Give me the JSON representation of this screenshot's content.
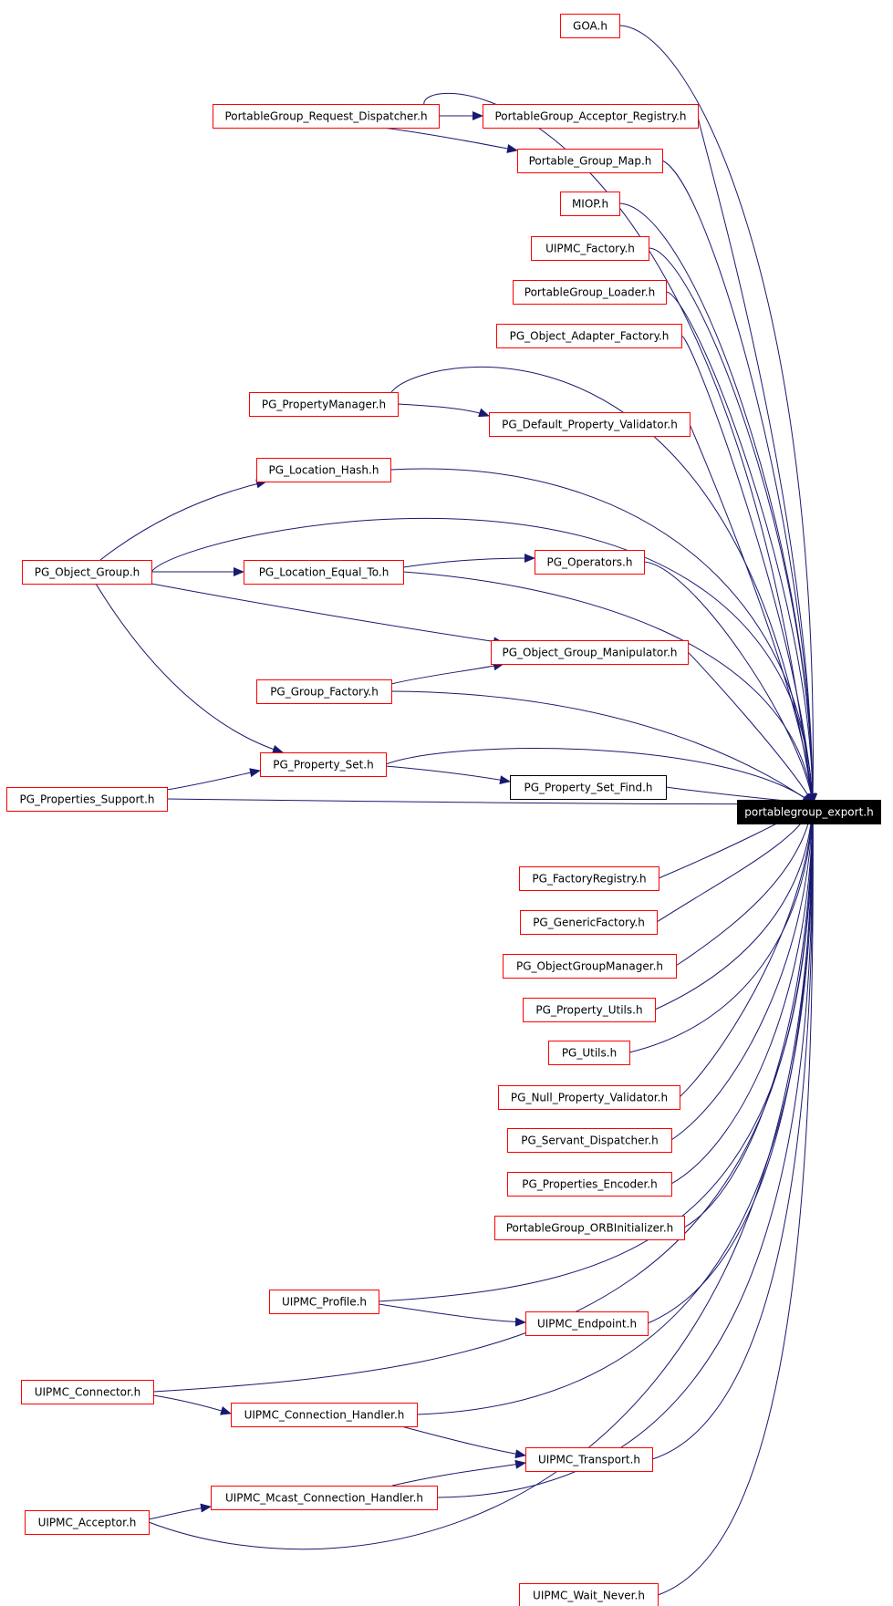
{
  "diagram": {
    "target": {
      "id": "portablegroup_export",
      "label": "portablegroup_export.h"
    },
    "colors": {
      "edge": "#191970",
      "node_border_red": "#ff0000",
      "node_border_black": "#000000",
      "target_fill": "#000000",
      "target_text": "#ffffff",
      "node_text": "#000000",
      "background": "#ffffff"
    },
    "nodes": [
      {
        "id": "goa",
        "label": "GOA.h"
      },
      {
        "id": "pg_request_dispatcher",
        "label": "PortableGroup_Request_Dispatcher.h"
      },
      {
        "id": "pg_acceptor_registry",
        "label": "PortableGroup_Acceptor_Registry.h"
      },
      {
        "id": "portable_group_map",
        "label": "Portable_Group_Map.h"
      },
      {
        "id": "miop",
        "label": "MIOP.h"
      },
      {
        "id": "uipmc_factory",
        "label": "UIPMC_Factory.h"
      },
      {
        "id": "pg_loader",
        "label": "PortableGroup_Loader.h"
      },
      {
        "id": "pg_object_adapter_factory",
        "label": "PG_Object_Adapter_Factory.h"
      },
      {
        "id": "pg_property_manager",
        "label": "PG_PropertyManager.h"
      },
      {
        "id": "pg_default_property_validator",
        "label": "PG_Default_Property_Validator.h"
      },
      {
        "id": "pg_location_hash",
        "label": "PG_Location_Hash.h"
      },
      {
        "id": "pg_object_group",
        "label": "PG_Object_Group.h"
      },
      {
        "id": "pg_location_equal_to",
        "label": "PG_Location_Equal_To.h"
      },
      {
        "id": "pg_operators",
        "label": "PG_Operators.h"
      },
      {
        "id": "pg_object_group_manipulator",
        "label": "PG_Object_Group_Manipulator.h"
      },
      {
        "id": "pg_group_factory",
        "label": "PG_Group_Factory.h"
      },
      {
        "id": "pg_property_set",
        "label": "PG_Property_Set.h"
      },
      {
        "id": "pg_properties_support",
        "label": "PG_Properties_Support.h"
      },
      {
        "id": "pg_property_set_find",
        "label": "PG_Property_Set_Find.h",
        "border": "black"
      },
      {
        "id": "pg_factory_registry",
        "label": "PG_FactoryRegistry.h"
      },
      {
        "id": "pg_generic_factory",
        "label": "PG_GenericFactory.h"
      },
      {
        "id": "pg_object_group_manager",
        "label": "PG_ObjectGroupManager.h"
      },
      {
        "id": "pg_property_utils",
        "label": "PG_Property_Utils.h"
      },
      {
        "id": "pg_utils",
        "label": "PG_Utils.h"
      },
      {
        "id": "pg_null_property_validator",
        "label": "PG_Null_Property_Validator.h"
      },
      {
        "id": "pg_servant_dispatcher",
        "label": "PG_Servant_Dispatcher.h"
      },
      {
        "id": "pg_properties_encoder",
        "label": "PG_Properties_Encoder.h"
      },
      {
        "id": "pg_orb_initializer",
        "label": "PortableGroup_ORBInitializer.h"
      },
      {
        "id": "uipmc_profile",
        "label": "UIPMC_Profile.h"
      },
      {
        "id": "uipmc_endpoint",
        "label": "UIPMC_Endpoint.h"
      },
      {
        "id": "uipmc_connector",
        "label": "UIPMC_Connector.h"
      },
      {
        "id": "uipmc_connection_handler",
        "label": "UIPMC_Connection_Handler.h"
      },
      {
        "id": "uipmc_transport",
        "label": "UIPMC_Transport.h"
      },
      {
        "id": "uipmc_mcast_connection_handler",
        "label": "UIPMC_Mcast_Connection_Handler.h"
      },
      {
        "id": "uipmc_acceptor",
        "label": "UIPMC_Acceptor.h"
      },
      {
        "id": "uipmc_wait_never",
        "label": "UIPMC_Wait_Never.h"
      }
    ],
    "edges": [
      [
        "goa",
        "portablegroup_export"
      ],
      [
        "pg_request_dispatcher",
        "portablegroup_export"
      ],
      [
        "pg_request_dispatcher",
        "pg_acceptor_registry"
      ],
      [
        "pg_request_dispatcher",
        "portable_group_map"
      ],
      [
        "pg_acceptor_registry",
        "portablegroup_export"
      ],
      [
        "portable_group_map",
        "portablegroup_export"
      ],
      [
        "miop",
        "portablegroup_export"
      ],
      [
        "uipmc_factory",
        "portablegroup_export"
      ],
      [
        "pg_loader",
        "portablegroup_export"
      ],
      [
        "pg_object_adapter_factory",
        "portablegroup_export"
      ],
      [
        "pg_property_manager",
        "portablegroup_export"
      ],
      [
        "pg_property_manager",
        "pg_default_property_validator"
      ],
      [
        "pg_default_property_validator",
        "portablegroup_export"
      ],
      [
        "pg_location_hash",
        "portablegroup_export"
      ],
      [
        "pg_object_group",
        "pg_location_hash"
      ],
      [
        "pg_object_group",
        "portablegroup_export"
      ],
      [
        "pg_object_group",
        "pg_location_equal_to"
      ],
      [
        "pg_object_group",
        "pg_object_group_manipulator"
      ],
      [
        "pg_object_group",
        "pg_property_set"
      ],
      [
        "pg_location_equal_to",
        "pg_operators"
      ],
      [
        "pg_location_equal_to",
        "portablegroup_export"
      ],
      [
        "pg_operators",
        "portablegroup_export"
      ],
      [
        "pg_object_group_manipulator",
        "portablegroup_export"
      ],
      [
        "pg_group_factory",
        "pg_object_group_manipulator"
      ],
      [
        "pg_group_factory",
        "portablegroup_export"
      ],
      [
        "pg_property_set",
        "portablegroup_export"
      ],
      [
        "pg_property_set",
        "pg_property_set_find"
      ],
      [
        "pg_properties_support",
        "pg_property_set"
      ],
      [
        "pg_properties_support",
        "portablegroup_export"
      ],
      [
        "pg_property_set_find",
        "portablegroup_export"
      ],
      [
        "pg_factory_registry",
        "portablegroup_export"
      ],
      [
        "pg_generic_factory",
        "portablegroup_export"
      ],
      [
        "pg_object_group_manager",
        "portablegroup_export"
      ],
      [
        "pg_property_utils",
        "portablegroup_export"
      ],
      [
        "pg_utils",
        "portablegroup_export"
      ],
      [
        "pg_null_property_validator",
        "portablegroup_export"
      ],
      [
        "pg_servant_dispatcher",
        "portablegroup_export"
      ],
      [
        "pg_properties_encoder",
        "portablegroup_export"
      ],
      [
        "pg_orb_initializer",
        "portablegroup_export"
      ],
      [
        "uipmc_profile",
        "portablegroup_export"
      ],
      [
        "uipmc_profile",
        "uipmc_endpoint"
      ],
      [
        "uipmc_endpoint",
        "portablegroup_export"
      ],
      [
        "uipmc_connector",
        "portablegroup_export"
      ],
      [
        "uipmc_connector",
        "uipmc_connection_handler"
      ],
      [
        "uipmc_connection_handler",
        "portablegroup_export"
      ],
      [
        "uipmc_connection_handler",
        "uipmc_transport"
      ],
      [
        "uipmc_transport",
        "portablegroup_export"
      ],
      [
        "uipmc_mcast_connection_handler",
        "uipmc_transport"
      ],
      [
        "uipmc_mcast_connection_handler",
        "portablegroup_export"
      ],
      [
        "uipmc_acceptor",
        "uipmc_mcast_connection_handler"
      ],
      [
        "uipmc_acceptor",
        "portablegroup_export"
      ],
      [
        "uipmc_wait_never",
        "portablegroup_export"
      ]
    ]
  }
}
